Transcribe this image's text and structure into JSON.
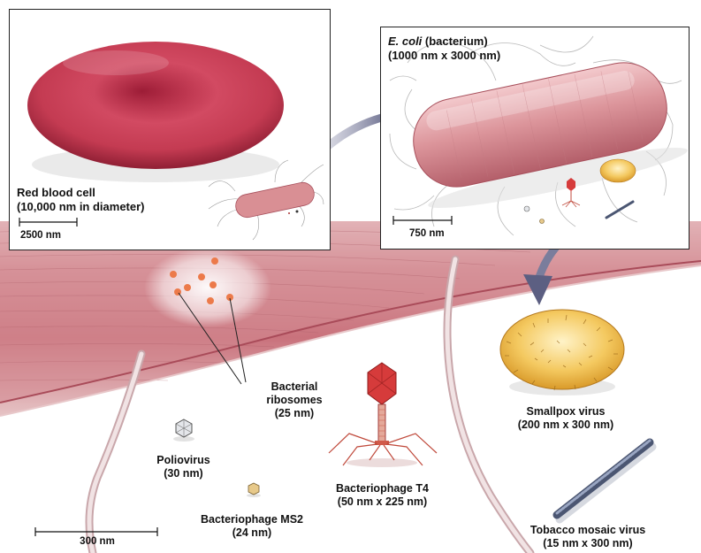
{
  "panels": {
    "rbc": {
      "label_line1": "Red blood cell",
      "label_line2": "(10,000 nm in diameter)",
      "scale": "2500 nm"
    },
    "ecoli": {
      "label_italic": "E. coli",
      "label_rest": " (bacterium)",
      "label_line2": "(1000 nm x 3000 nm)",
      "scale": "750 nm"
    }
  },
  "main": {
    "ribosomes": {
      "line1": "Bacterial",
      "line2": "ribosomes",
      "line3": "(25 nm)"
    },
    "poliovirus": {
      "line1": "Poliovirus",
      "line2": "(30 nm)"
    },
    "ms2": {
      "line1": "Bacteriophage MS2",
      "line2": "(24 nm)"
    },
    "t4": {
      "line1": "Bacteriophage T4",
      "line2": "(50 nm x 225 nm)"
    },
    "smallpox": {
      "line1": "Smallpox virus",
      "line2": "(200 nm x 300 nm)"
    },
    "tobacco": {
      "line1": "Tobacco mosaic virus",
      "line2": "(15 nm x 300 nm)"
    },
    "scale": "300 nm"
  },
  "colors": {
    "rbc": "#c43b52",
    "bacterium": "#d98f94",
    "ribosome": "#ec7a4a",
    "t4": "#d63b3b",
    "smallpox": "#f1c04f",
    "tobacco": "#6f7d9a",
    "arrow": "#7a7d9c"
  }
}
